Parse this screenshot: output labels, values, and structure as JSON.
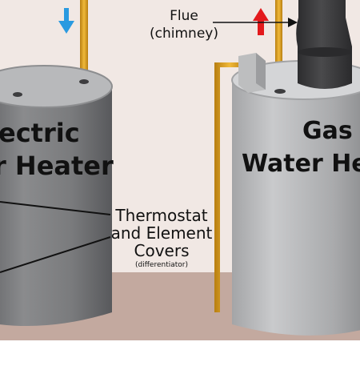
{
  "electric_heater": {
    "title_line1": "ectric",
    "title_line2": "r Heater"
  },
  "gas_heater": {
    "title_line1": "Gas",
    "title_line2": "Water Hea"
  },
  "flue_label": {
    "line1": "Flue",
    "line2": "(chimney)"
  },
  "thermostat_label": {
    "line1": "Thermostat",
    "line2": "and Element",
    "line3": "Covers",
    "note": "(differentiator)"
  },
  "colors": {
    "wall": "#f1e8e4",
    "floor": "#c3a99f",
    "tank_body": "#7f8082",
    "tank_shadow": "#5c5d60",
    "tank_top": "#b8b9bb",
    "pipe": "#d49a1e",
    "flue": "#3d3d3f",
    "cold_arrow": "#2a9ae0",
    "hot_arrow": "#e3191c"
  },
  "icons": {
    "cold_in": "arrow-down-icon",
    "hot_out": "arrow-up-icon"
  }
}
